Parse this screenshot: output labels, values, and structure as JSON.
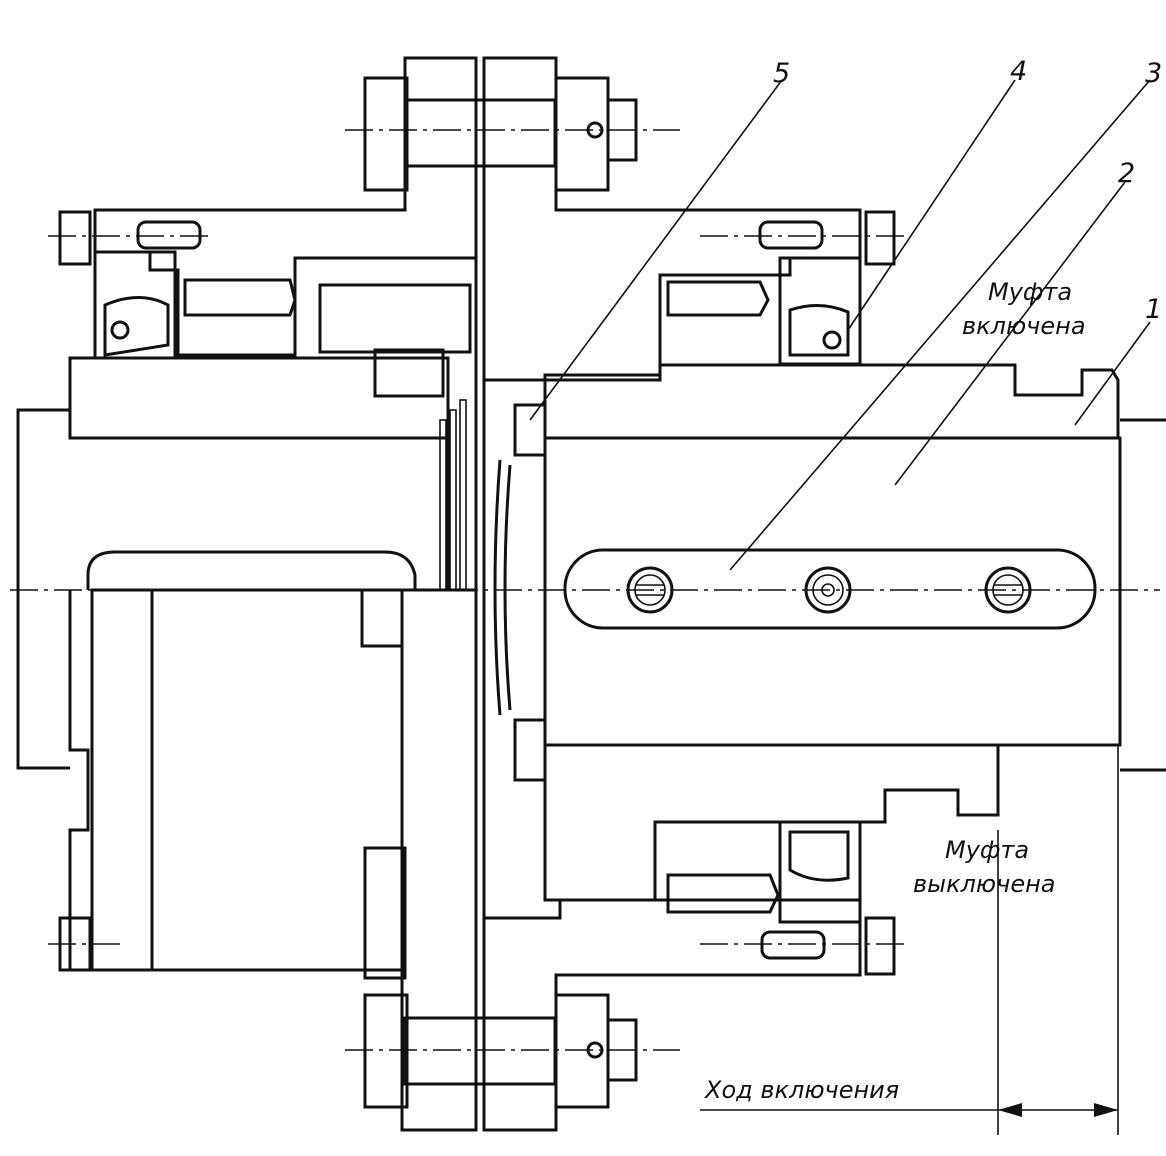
{
  "labels": {
    "part_1": "1",
    "part_2": "2",
    "part_3": "3",
    "part_4": "4",
    "part_5": "5",
    "engaged_line1": "Муфта",
    "engaged_line2": "включена",
    "disengaged_line1": "Муфта",
    "disengaged_line2": "выключена",
    "stroke": "Ход включения"
  }
}
